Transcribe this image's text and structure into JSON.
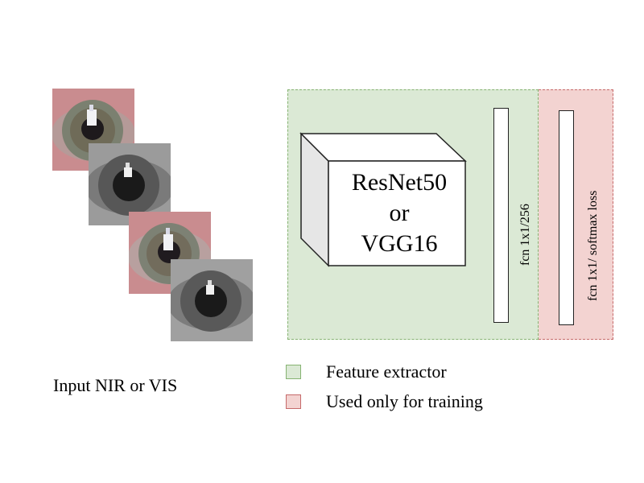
{
  "input": {
    "caption": "Input NIR or VIS",
    "images": [
      {
        "kind": "VIS"
      },
      {
        "kind": "NIR"
      },
      {
        "kind": "VIS"
      },
      {
        "kind": "NIR"
      }
    ]
  },
  "backbone": {
    "line1": "ResNet50",
    "line2": "or",
    "line3": "VGG16"
  },
  "layers": {
    "fcn1_label": "fcn 1x1/256",
    "fcn2_label": "fcn 1x1/ softmax loss"
  },
  "legend": {
    "feature_extractor": "Feature extractor",
    "training_only": "Used only for training"
  },
  "colors": {
    "feature_region": "#dbe9d5",
    "feature_border": "#86b372",
    "training_region": "#f3d3d1",
    "training_border": "#c66a6a"
  }
}
